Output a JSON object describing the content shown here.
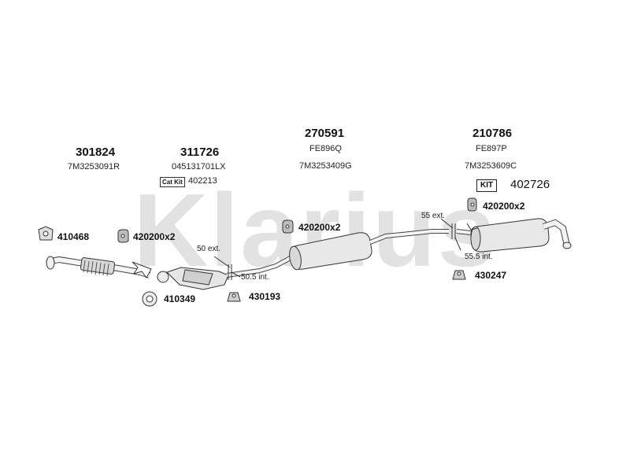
{
  "watermark": "Klarius",
  "parts": [
    {
      "number": "301824",
      "ref": "7M3253091R"
    },
    {
      "number": "311726",
      "ref": "045131701LX",
      "kit_label": "Cat Kit",
      "kit_number": "402213"
    },
    {
      "number": "270591",
      "ref1": "FE896Q",
      "ref2": "7M3253409G"
    },
    {
      "number": "210786",
      "ref1": "FE897P",
      "ref2": "7M3253609C",
      "kit_label": "KIT",
      "kit_number": "402726"
    }
  ],
  "fittings": [
    {
      "id": "410468",
      "label": "410468"
    },
    {
      "id": "420200x2-a",
      "label": "420200x2"
    },
    {
      "id": "410349",
      "label": "410349"
    },
    {
      "id": "430193",
      "label": "430193"
    },
    {
      "id": "420200x2-b",
      "label": "420200x2"
    },
    {
      "id": "420200x2-c",
      "label": "420200x2"
    },
    {
      "id": "430247",
      "label": "430247"
    }
  ],
  "dimensions": [
    {
      "label": "50 ext."
    },
    {
      "label": "50.5 int."
    },
    {
      "label": "55 ext."
    },
    {
      "label": "55.5 int."
    }
  ]
}
